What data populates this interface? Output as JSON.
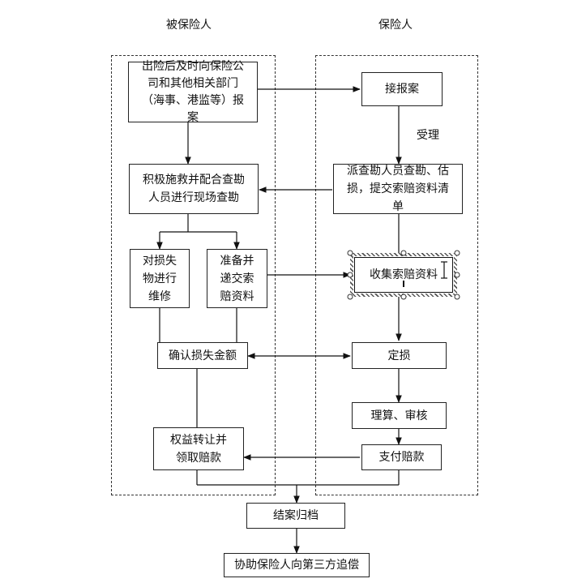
{
  "lanes": {
    "insured_title": "被保险人",
    "insurer_title": "保险人"
  },
  "boxes": {
    "report_accident": "出险后及时向保险公司和其他相关部门（海事、港监等）报案",
    "rescue_cooperate": "积极施救并配合查勘人员进行现场查勘",
    "repair_loss": "对损失物进行维修",
    "submit_claim_docs": "准备并递交索赔资料",
    "confirm_loss_amount": "确认损失金额",
    "subrogate_receive": "权益转让并领取赔款",
    "receive_report": "接报案",
    "dispatch_survey": "派查勘人员查勘、估损，提交索赔资料清单",
    "collect_claim_docs": "收集索赔资料",
    "assess_loss": "定损",
    "adjust_review": "理算、审核",
    "pay_compensation": "支付赔款",
    "close_archive": "结案归档",
    "assist_recovery": "协助保险人向第三方追偿"
  },
  "labels": {
    "accept": "受理"
  }
}
